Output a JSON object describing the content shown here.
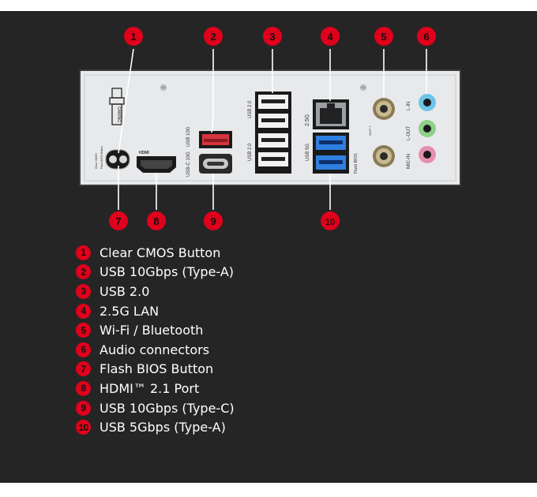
{
  "callouts_top": [
    "1",
    "2",
    "3",
    "4",
    "5",
    "6"
  ],
  "callouts_bottom": [
    "7",
    "8",
    "9",
    "10"
  ],
  "panel_labels": {
    "gaming": "GAMING",
    "flash_bios_small": "Flash BIOS Button",
    "clear_cmos_small": "Clear CMOS",
    "usb_10g": "USB 10G",
    "usb_c_10g": "USB-C 10G",
    "usb_20_a": "USB 2.0",
    "usb_20_b": "USB 2.0",
    "lan_25g": "2.5G",
    "usb_5g": "USB 5G",
    "flash_bios_port": "Flash BIOS",
    "wifi": "Wi-Fi 7",
    "audio_line_in": "L-IN",
    "audio_line_out": "L-OUT",
    "audio_mic_in": "MIC-IN"
  },
  "legend": [
    {
      "num": "1",
      "label": "Clear CMOS Button"
    },
    {
      "num": "2",
      "label": "USB 10Gbps (Type-A)"
    },
    {
      "num": "3",
      "label": "USB 2.0"
    },
    {
      "num": "4",
      "label": "2.5G LAN"
    },
    {
      "num": "5",
      "label": "Wi-Fi / Bluetooth"
    },
    {
      "num": "6",
      "label": "Audio connectors"
    },
    {
      "num": "7",
      "label": "Flash BIOS Button"
    },
    {
      "num": "8",
      "label": "HDMI™ 2.1 Port"
    },
    {
      "num": "9",
      "label": "USB 10Gbps (Type-C)"
    },
    {
      "num": "10",
      "label": "USB 5Gbps (Type-A)"
    }
  ],
  "colors": {
    "badge_red": "#e0001b",
    "panel_bg": "#252525",
    "io_plate": "#e8e9eb",
    "usb_blue": "#2f7fe0",
    "usb_red": "#d6343e",
    "audio_blue": "#6cc4e6",
    "audio_green": "#8fd08a",
    "audio_pink": "#e58fae"
  }
}
